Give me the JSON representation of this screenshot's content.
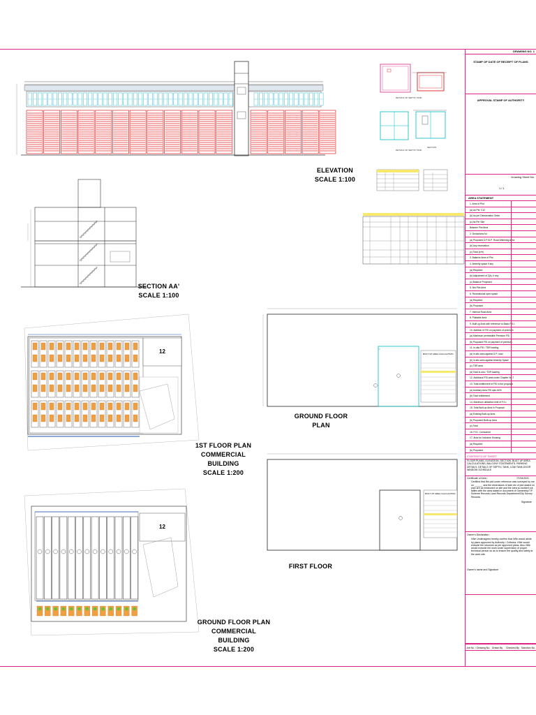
{
  "captions": {
    "elevation": [
      "ELEVATION",
      "SCALE 1:100"
    ],
    "section": [
      "SECTION AA'",
      "SCALE 1:100"
    ],
    "ground_floor_plan": "GROUND FLOOR PLAN",
    "first_floor": "FIRST FLOOR",
    "first_floor_commercial": [
      "1ST FLOOR PLAN",
      "COMMERCIAL BUILDING",
      "SCALE 1:200"
    ],
    "ground_floor_commercial": [
      "GROUND FLOOR PLAN",
      "COMMERCIAL BUILDING",
      "SCALE 1:200"
    ]
  },
  "plan_labels": {
    "unit_number_first": "12",
    "unit_number_ground": "12",
    "builtup_title_1": "BUILT UP AREA CALCULATION",
    "builtup_title_2": "BUILT UP AREA CALCULATION",
    "septic_title": "DETAILS OF SEPTIC TANK",
    "septic_section": "DETAILS OF SEPTIC TANK",
    "section_label": "SECTION"
  },
  "title_block": {
    "drawing_no": "DRAWING NO. 1",
    "stamp_receipt": "STAMP OF DATE OF RECEIPT OF PLANS",
    "approval_stamp": "APPROVAL STAMP OF AUTHORITY",
    "drawing_sheet_no_label": "Drawing Sheet No.",
    "sheet_no": "1 / 1",
    "area_statement": "AREA STATEMENT",
    "contents_heading": "CONTENTS OF SHEET",
    "contents_text": "FLOOR PLANS, ELEVATION, SECTION, BUILT UP AREA CALCULATIONS, BALCONY STATEMENTS, PARKING DETAILS, DETAILS OF SEPTIC TANK, LOW TANK,DOOR WINDOW SCHEDULE",
    "certificate_label": "Certificate of Area :",
    "certificate_date": "07/04/2021",
    "certificate_text": "Certified that the plot under reference was surveyed by me on ______ and the dimensions of side etc of plot stated on plan are as measured on site and the area so worked out tallies with the area stated in document of Ownership/T.P. Scheme Records Land Records Department/City Survey Records.",
    "signature": "Signature",
    "owner_declaration_label": "Owner's Declaration :",
    "owner_declaration_text": "I/We Undersigned hereby confirm that I/We would abide by plans approved by Authority / Collector. I/We would execute the structure as per approved plans. Also I/We would execute the work under supervision of proper technical person so as to ensure the quality and safety at the work site.",
    "owner_name_signature": "Owner's name and Signature",
    "footer": [
      "Job No. / Drawing No.",
      "Drawn By",
      "Checked By",
      "Sanction No."
    ]
  },
  "area_rows": [
    "1. Area of Plot",
    "(a) As Per 7/12",
    "(b) As per Demarcation Order",
    "(c) As Per Site",
    "Balance Plot Area",
    "2. Deductions for",
    "(a) Proposed D.P./D.P. Road Widening Area",
    "(b) Any reservation",
    "(c) Total (a+b)",
    "3. Balance Area of Plot",
    "4. Amenity space if any",
    "(a) Required",
    "(b) Adjustment of 2(b), if any",
    "(c) Balance Proposed",
    "5. Net Plot Area",
    "6. Recreational open space",
    "(a) Required",
    "(b) Proposed",
    "7. Internal Road Area",
    "8. Plottable Area",
    "9. Built up Area with reference to Basic F.S.I.",
    "10. Addition of FSI on payment of premium",
    "(a) Maximum permissible Premium FSI",
    "(b) Proposed FSI on payment of premium",
    "11. In-situ FSI / TDR loading",
    "(a) In-situ area against D.P. road",
    "(b) In-situ area against Amenity Space",
    "(c) TDR area",
    "(d) Total in-situ / TDR loading",
    "12. Additional FSI area under Chapter No.7",
    "13. Total entitlement of FSI in the proposal",
    "(a) Ancillary Area FSI upto 60%",
    "(b) Total entitlement",
    "14. Maximum utilization limit of F.S.I.",
    "15. Total Built-up Area in Proposal",
    "(a) Existing Built-up Area",
    "(b) Proposed Built-up Area",
    "(c) Total",
    "16. F.S.I. Consumed",
    "17. Area for Inclusive Housing",
    "(a) Required",
    "(b) Proposed"
  ]
}
